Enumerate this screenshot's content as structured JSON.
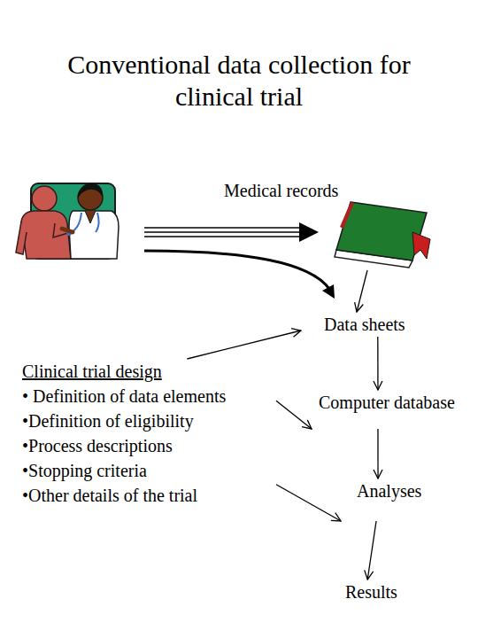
{
  "diagram": {
    "title": "Conventional data collection for clinical trial",
    "nodes": [
      {
        "text": [
          "Medical records"
        ]
      },
      {
        "text": [
          "Data sheets"
        ]
      },
      {
        "text": [
          "Computer database"
        ]
      },
      {
        "text": [
          "Analyses"
        ]
      },
      {
        "text": [
          "Results"
        ]
      },
      {
        "text": [
          "Clinical trial design",
          "• Definition of data elements",
          "•Definition of eligibility",
          "•Process descriptions",
          "•Stopping criteria",
          "•Other details of the trial"
        ]
      }
    ],
    "edges": [
      {
        "from": 0,
        "to": 1,
        "arrow": "to"
      },
      {
        "from": 1,
        "to": 2,
        "arrow": "to"
      },
      {
        "from": 2,
        "to": 3,
        "arrow": "to"
      },
      {
        "from": 3,
        "to": 4,
        "arrow": "to"
      },
      {
        "from": 5,
        "to": 1,
        "arrow": "to"
      },
      {
        "from": 5,
        "to": 2,
        "arrow": "to"
      },
      {
        "from": 5,
        "to": 3,
        "arrow": "to"
      }
    ]
  }
}
